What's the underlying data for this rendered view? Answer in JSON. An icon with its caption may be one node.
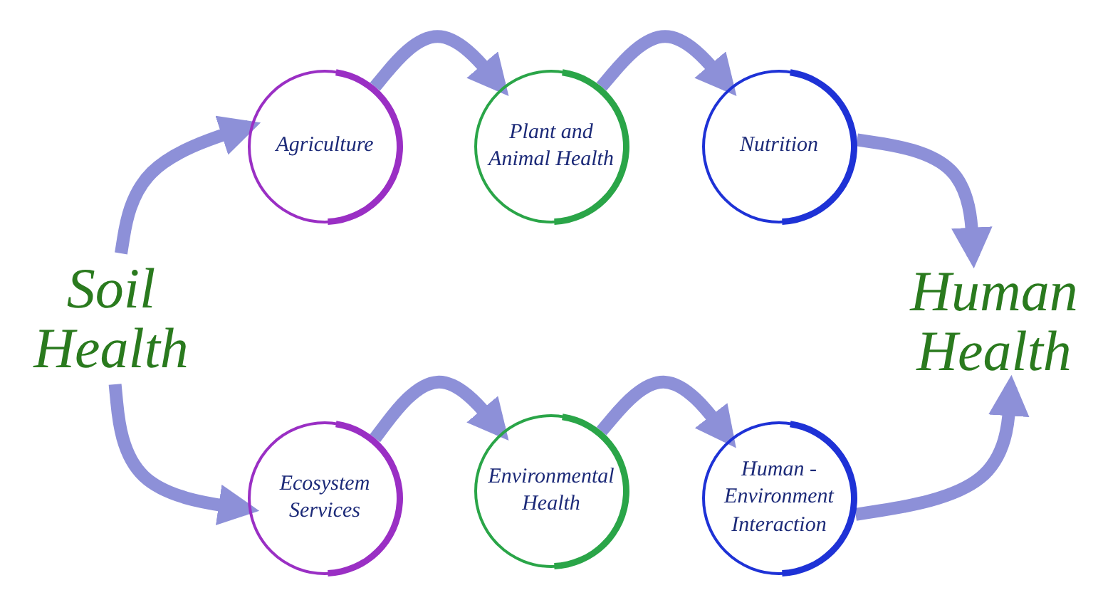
{
  "diagram": {
    "nodes": [
      {
        "text": [
          "Soil Health"
        ]
      },
      {
        "text": [
          "Agriculture"
        ]
      },
      {
        "text": [
          "Plant and Animal Health"
        ]
      },
      {
        "text": [
          "Nutrition"
        ]
      },
      {
        "text": [
          "Human Health"
        ]
      },
      {
        "text": [
          "Ecosystem Services"
        ]
      },
      {
        "text": [
          "Environmental Health"
        ]
      },
      {
        "text": [
          "Human - Environment Interaction"
        ]
      }
    ],
    "edges": [
      {
        "from": 0,
        "to": 1,
        "arrow": "to"
      },
      {
        "from": 1,
        "to": 2,
        "arrow": "to"
      },
      {
        "from": 2,
        "to": 3,
        "arrow": "to"
      },
      {
        "from": 3,
        "to": 4,
        "arrow": "to"
      },
      {
        "from": 0,
        "to": 5,
        "arrow": "to"
      },
      {
        "from": 5,
        "to": 6,
        "arrow": "to"
      },
      {
        "from": 6,
        "to": 7,
        "arrow": "to"
      },
      {
        "from": 7,
        "to": 4,
        "arrow": "to"
      }
    ]
  }
}
